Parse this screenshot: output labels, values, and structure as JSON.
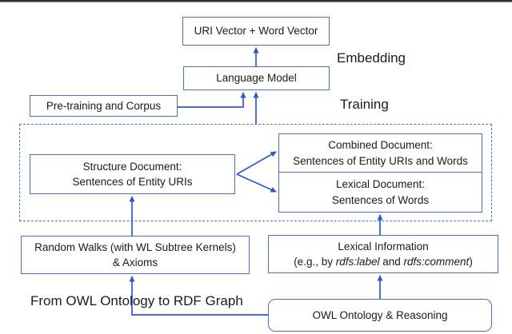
{
  "figure": {
    "labels": {
      "embedding": "Embedding",
      "training": "Training",
      "from_owl": "From OWL Ontology to RDF Graph"
    },
    "boxes": {
      "uri_vector": {
        "text": "URI Vector + Word Vector"
      },
      "language_model": {
        "text": "Language Model"
      },
      "pretraining": {
        "text": "Pre-training and Corpus"
      },
      "structure_doc": {
        "line1": "Structure Document:",
        "line2": "Sentences of Entity URIs"
      },
      "combined_doc": {
        "line1": "Combined Document:",
        "line2": "Sentences of Entity URIs and Words"
      },
      "lexical_doc": {
        "line1": "Lexical Document:",
        "line2": "Sentences of Words"
      },
      "random_walks": {
        "line1": "Random Walks (with WL Subtree Kernels)",
        "line2": "& Axioms"
      },
      "lexical_info": {
        "line1": "Lexical Information",
        "line2_prefix": "(e.g., by ",
        "line2_italic1": "rdfs:label",
        "line2_mid": " and ",
        "line2_italic2": "rdfs:comment",
        "line2_suffix": ")"
      },
      "owl_ontology": {
        "text": "OWL Ontology & Reasoning"
      }
    }
  },
  "colors": {
    "box_border": "#4470c8",
    "arrow": "#3355d4",
    "dashed_border": "#4a74d0",
    "text": "#1b1b1b",
    "rule": "#2f2f2f"
  }
}
